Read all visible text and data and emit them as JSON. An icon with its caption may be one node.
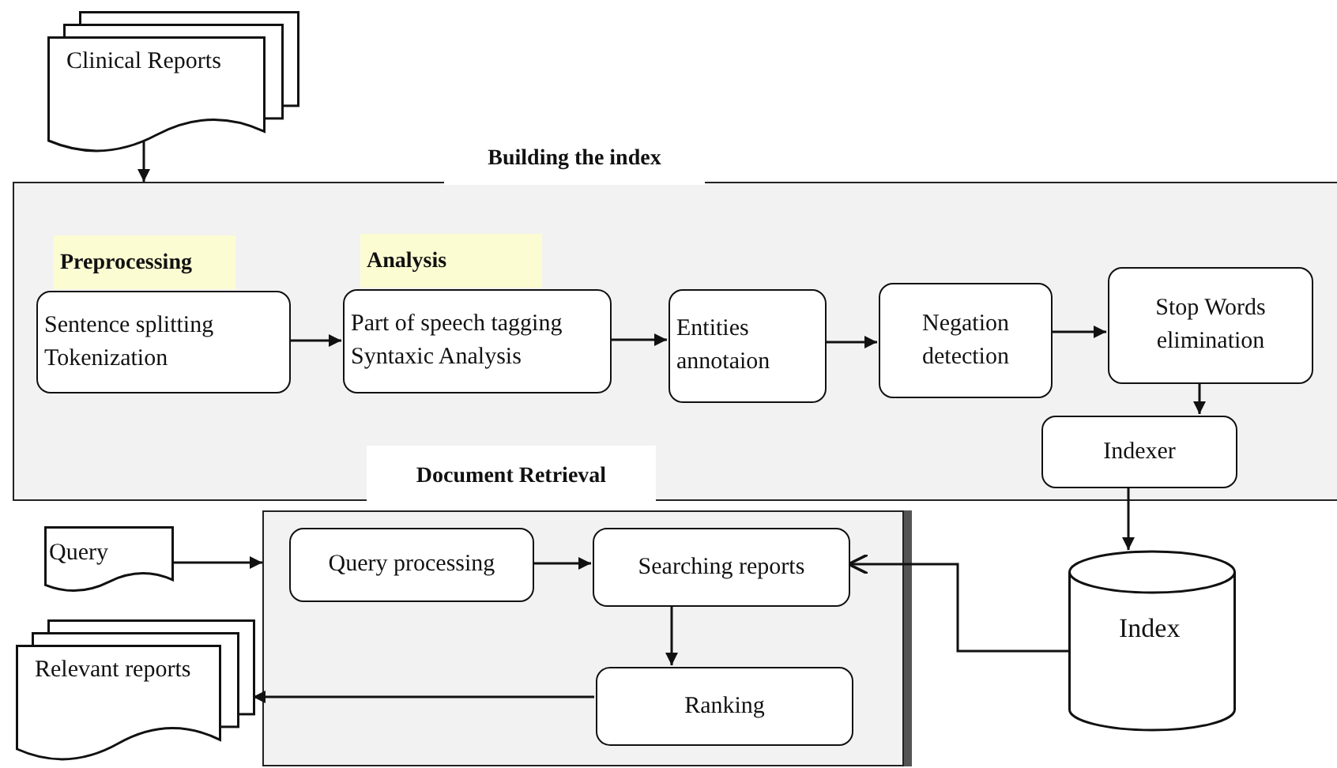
{
  "diagram": {
    "nodes": [
      {
        "text": [
          "Clinical Reports"
        ]
      },
      {
        "text": [
          "Building the index"
        ]
      },
      {
        "text": [
          "Preprocessing",
          "Sentence splitting Tokenization"
        ],
        "in": 1
      },
      {
        "text": [
          "Analysis",
          "Part of speech tagging Syntaxic Analysis"
        ],
        "in": 1
      },
      {
        "text": [
          "Entities annotaion"
        ],
        "in": 1
      },
      {
        "text": [
          "Negation detection"
        ],
        "in": 1
      },
      {
        "text": [
          "Stop Words elimination"
        ],
        "in": 1
      },
      {
        "text": [
          "Indexer"
        ],
        "in": 1
      },
      {
        "text": [],
        "shape": "box"
      },
      {
        "text": [
          "Query"
        ]
      },
      {
        "text": [
          "Query processing"
        ],
        "in": 8
      },
      {
        "text": [
          "Searching reports"
        ],
        "in": 8
      },
      {
        "text": [
          "Ranking"
        ],
        "in": 8
      },
      {
        "text": [
          "Index"
        ]
      },
      {
        "text": [
          "Relevant reports"
        ]
      }
    ],
    "edges": [
      {
        "from": 0,
        "to": 1,
        "arrow": "to"
      },
      {
        "from": 2,
        "to": 3,
        "arrow": "to"
      },
      {
        "from": 3,
        "to": 4,
        "arrow": "to"
      },
      {
        "from": 4,
        "to": 5,
        "arrow": "to"
      },
      {
        "from": 5,
        "to": 6,
        "arrow": "to"
      },
      {
        "from": 6,
        "to": 7,
        "arrow": "to"
      },
      {
        "from": 7,
        "to": 13,
        "arrow": "to"
      },
      {
        "from": 9,
        "to": 8,
        "arrow": "to"
      },
      {
        "from": 10,
        "to": 11,
        "arrow": "to"
      },
      {
        "from": 11,
        "to": 12,
        "arrow": "to"
      },
      {
        "from": 13,
        "to": 11,
        "arrow": "to"
      },
      {
        "from": 12,
        "to": 14,
        "arrow": "to"
      }
    ],
    "labels": [
      "Document Retrieval"
    ]
  }
}
